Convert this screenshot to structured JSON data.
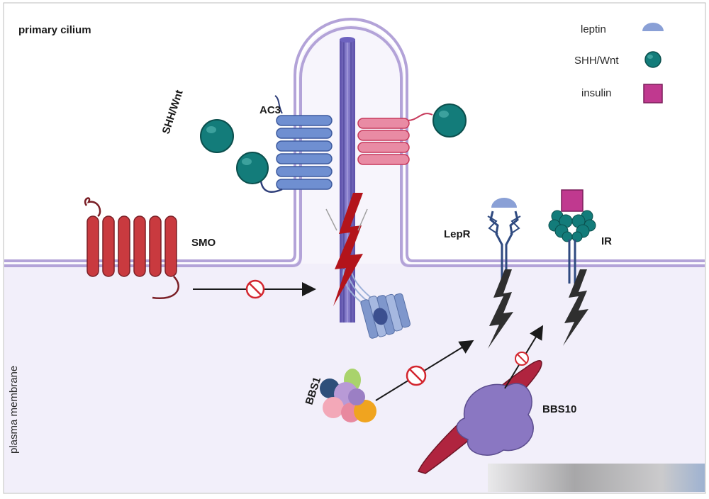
{
  "labels": {
    "primary_cilium": "primary cilium",
    "plasma_membrane": "plasma membrane",
    "shh_wnt": "SHH/Wnt",
    "ac3": "AC3",
    "smo": "SMO",
    "lepr": "LepR",
    "ir": "IR",
    "bbs1": "BBS1",
    "bbs10": "BBS10"
  },
  "legend": [
    {
      "label": "leptin",
      "icon": "leptin-icon",
      "color": "#8aa0d6"
    },
    {
      "label": "SHH/Wnt",
      "icon": "shh-wnt-icon",
      "color": "#137c7a"
    },
    {
      "label": "insulin",
      "icon": "insulin-icon",
      "color": "#c0398f"
    }
  ],
  "colors": {
    "membrane": "#b3a3d8",
    "cytoplasm": "#f2effa",
    "smo": "#c93a3f",
    "ac3": "#6f8fd1",
    "pink_receptor": "#e05573",
    "teal": "#137c7a",
    "lightning_red": "#b3141b",
    "lightning_dark": "#2f2f2f",
    "inhibit": "#d3262f"
  }
}
